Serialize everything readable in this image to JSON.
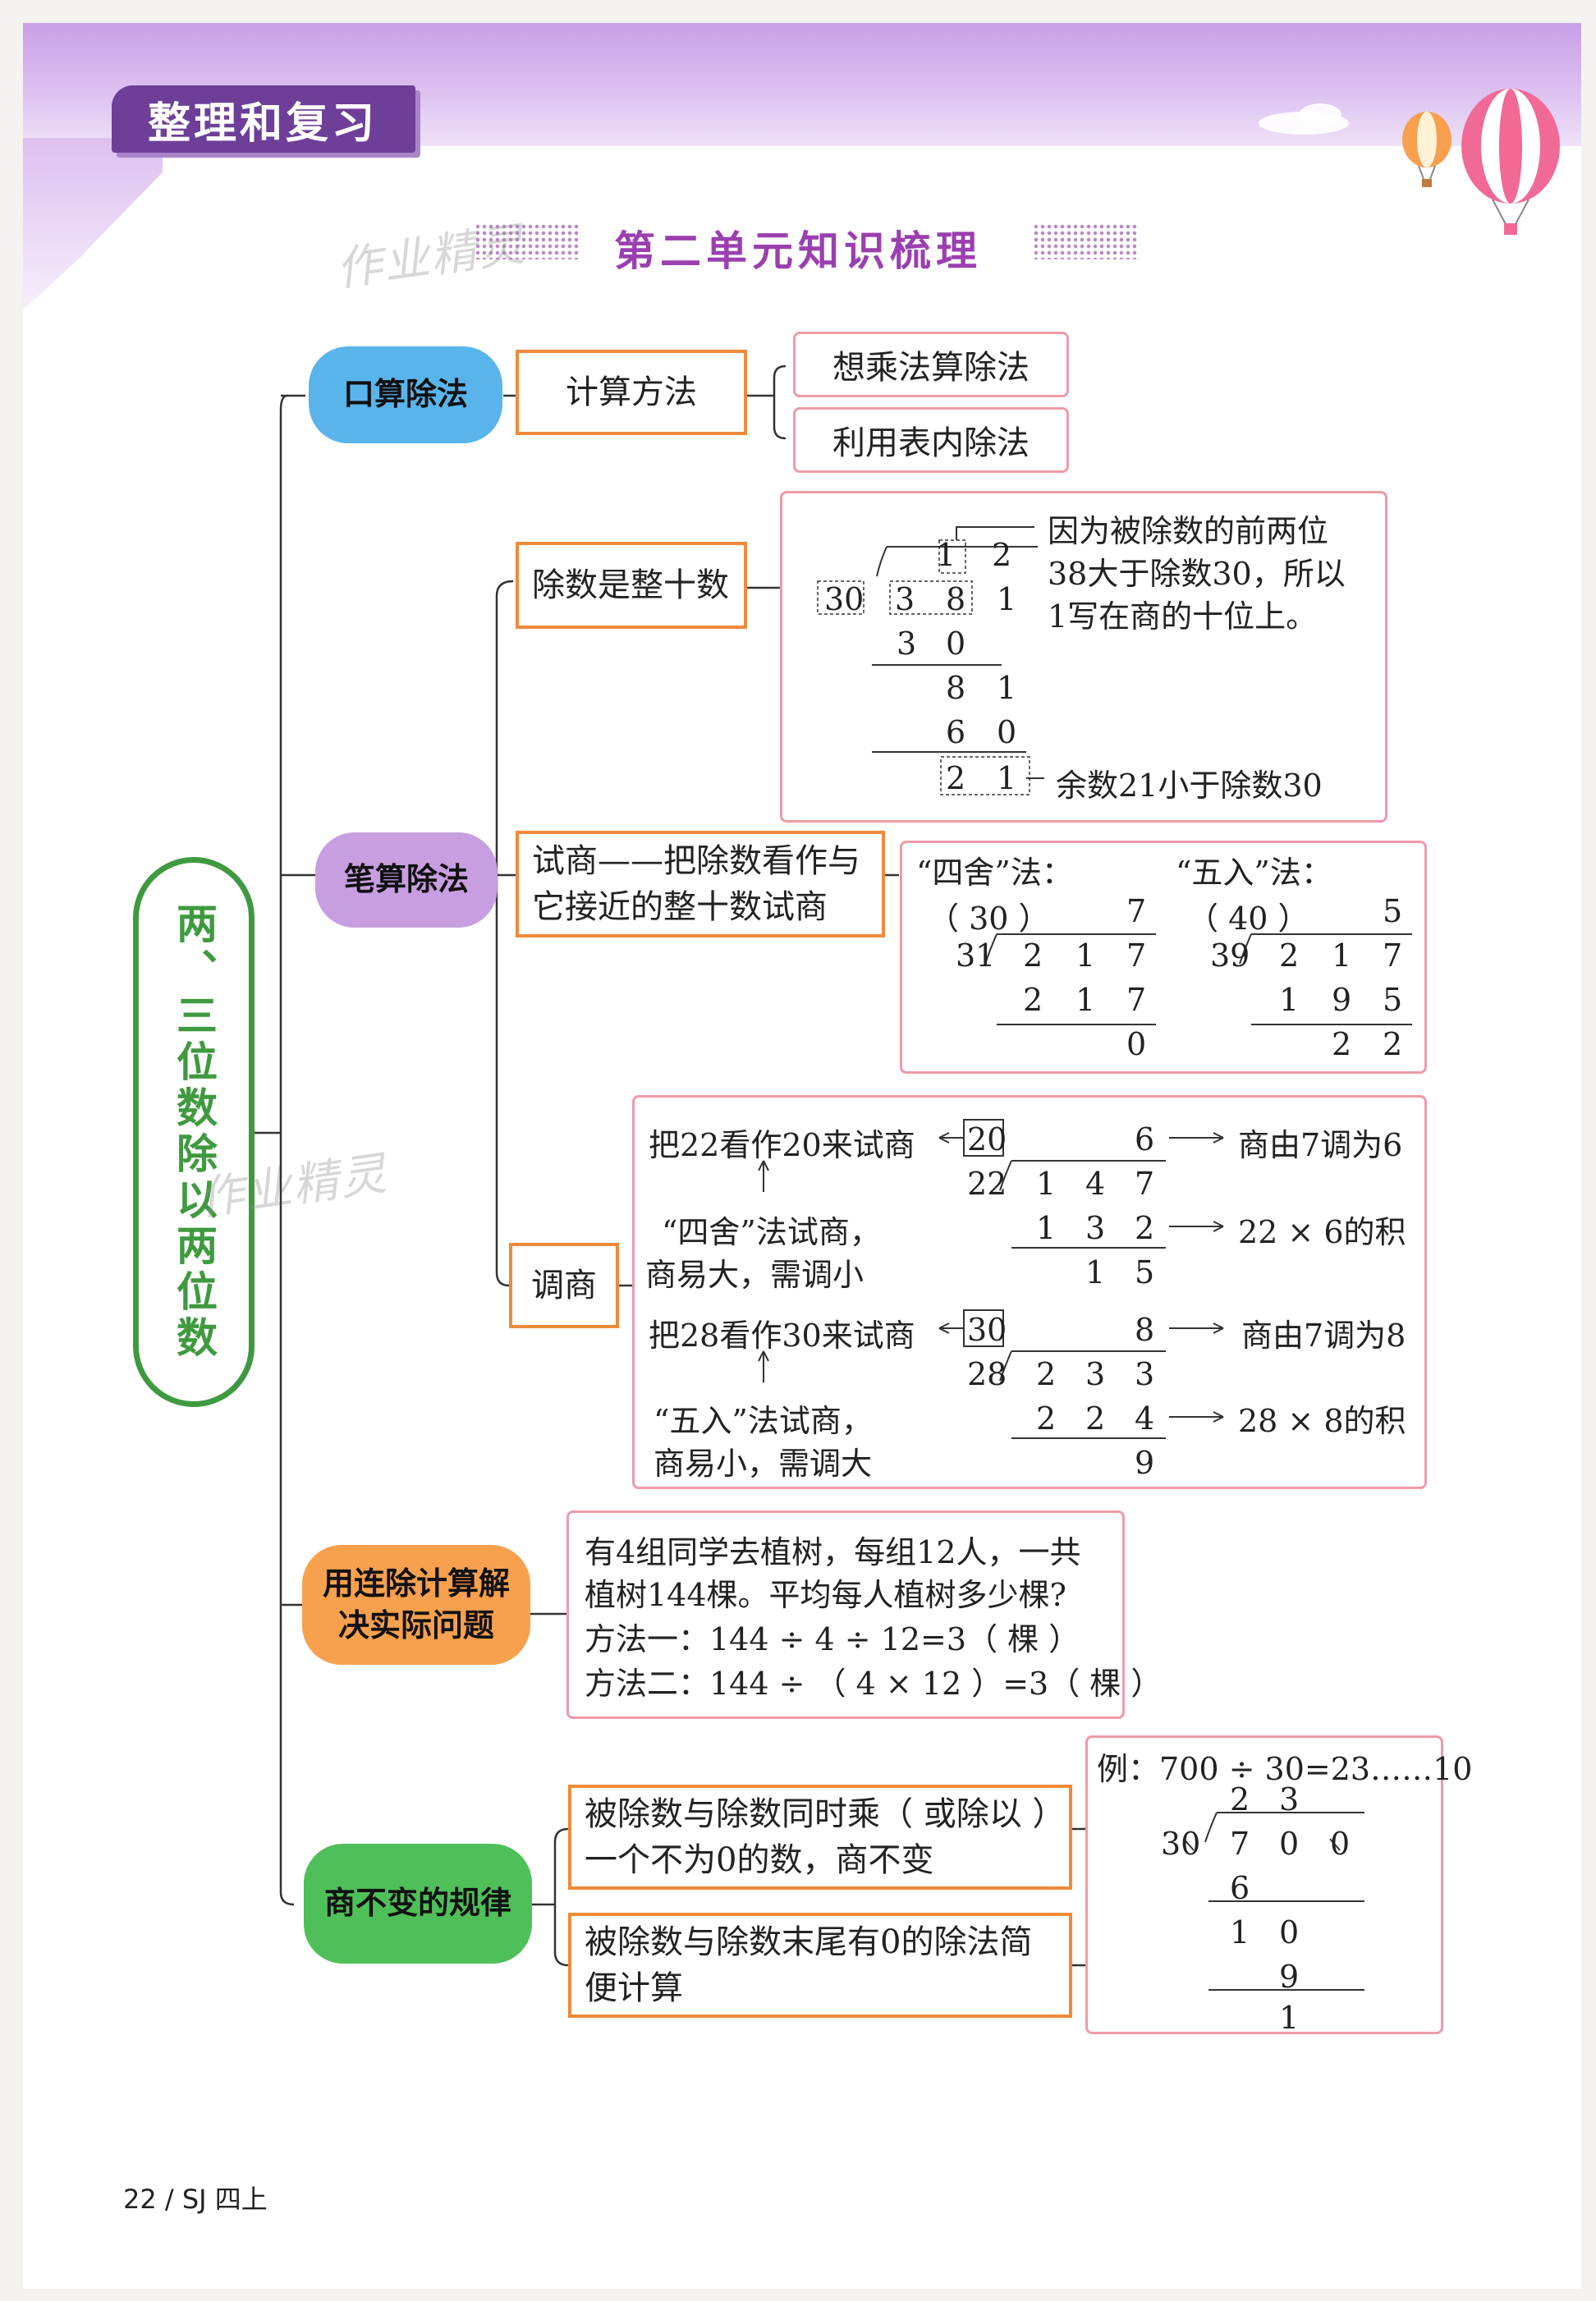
{
  "header": {
    "section_tag": "整理和复习",
    "title": "第二单元知识梳理",
    "watermark": "作业精灵"
  },
  "main_topic": "两、三位数除以两位数",
  "branches": {
    "oral": {
      "label": "口算除法",
      "method": "计算方法",
      "items": [
        "想乘法算除法",
        "利用表内除法"
      ]
    },
    "written": {
      "label": "笔算除法",
      "whole_ten": {
        "label": "除数是整十数",
        "note": [
          "因为被除数的前两位",
          "38大于除数30，所以",
          "1写在商的十位上。"
        ],
        "remainder_note": "余数21小于除数30",
        "quotient": [
          "1",
          "2"
        ],
        "divisor": "30",
        "dividend": [
          "3",
          "8",
          "1"
        ],
        "step1": [
          "3",
          "0"
        ],
        "step2": [
          "8",
          "1"
        ],
        "step3": [
          "6",
          "0"
        ],
        "remainder": [
          "2",
          "1"
        ]
      },
      "trial": {
        "label": "试商——把除数看作与它接近的整十数试商",
        "si_she": {
          "title": "“四舍”法：",
          "approx": "（ 30 ）",
          "quotient": "7",
          "divisor": "31",
          "dividend": [
            "2",
            "1",
            "7"
          ],
          "product": [
            "2",
            "1",
            "7"
          ],
          "remainder": "0"
        },
        "wu_ru": {
          "title": "“五入”法：",
          "approx": "（ 40 ）",
          "quotient": "5",
          "divisor": "39",
          "dividend": [
            "2",
            "1",
            "7"
          ],
          "product": [
            "1",
            "9",
            "5"
          ],
          "remainder": [
            "2",
            "2"
          ]
        }
      },
      "adjust": {
        "label": "调商",
        "case1": {
          "line1": "把22看作20来试商",
          "box": "20",
          "line2": "“四舍”法试商，",
          "line3": "商易大，需调小",
          "quotient": "6",
          "divisor": "22",
          "dividend": [
            "1",
            "4",
            "7"
          ],
          "product": [
            "1",
            "3",
            "2"
          ],
          "remainder": [
            "1",
            "5"
          ],
          "note1": "商由7调为6",
          "note2": "22 × 6的积"
        },
        "case2": {
          "line1": "把28看作30来试商",
          "box": "30",
          "line2": "“五入”法试商，",
          "line3": "商易小，需调大",
          "quotient": "8",
          "divisor": "28",
          "dividend": [
            "2",
            "3",
            "3"
          ],
          "product": [
            "2",
            "2",
            "4"
          ],
          "remainder": "9",
          "note1": "商由7调为8",
          "note2": "28 × 8的积"
        }
      }
    },
    "continuous": {
      "label_line1": "用连除计算解",
      "label_line2": "决实际问题",
      "lines": [
        "有4组同学去植树，每组12人，一共",
        "植树144棵。平均每人植树多少棵?",
        "方法一：144 ÷ 4 ÷ 12=3（ 棵 ）",
        "方法二：144 ÷ （ 4 × 12 ）=3（ 棵 ）"
      ]
    },
    "invariance": {
      "label": "商不变的规律",
      "rule1": [
        "被除数与除数同时乘（ 或除以 ）",
        "一个不为0的数，商不变"
      ],
      "rule2": [
        "被除数与除数末尾有0的除法简",
        "便计算"
      ],
      "example": "例：700 ÷ 30=23……10",
      "quotient": [
        "2",
        "3"
      ],
      "divisor": "30",
      "dividend": [
        "7",
        "0",
        "0"
      ],
      "step1": "6",
      "step2": [
        "1",
        "0"
      ],
      "step3": "9",
      "remainder": "1"
    }
  },
  "footer": "22 / SJ 四上",
  "colors": {
    "blue": "#5ab4ec",
    "purple": "#c79ee0",
    "orange": "#f7a04e",
    "green": "#4fbf5a",
    "border_orange": "#f08a3a",
    "border_pink": "#ef9aa8",
    "main_green": "#3f9a3f"
  }
}
